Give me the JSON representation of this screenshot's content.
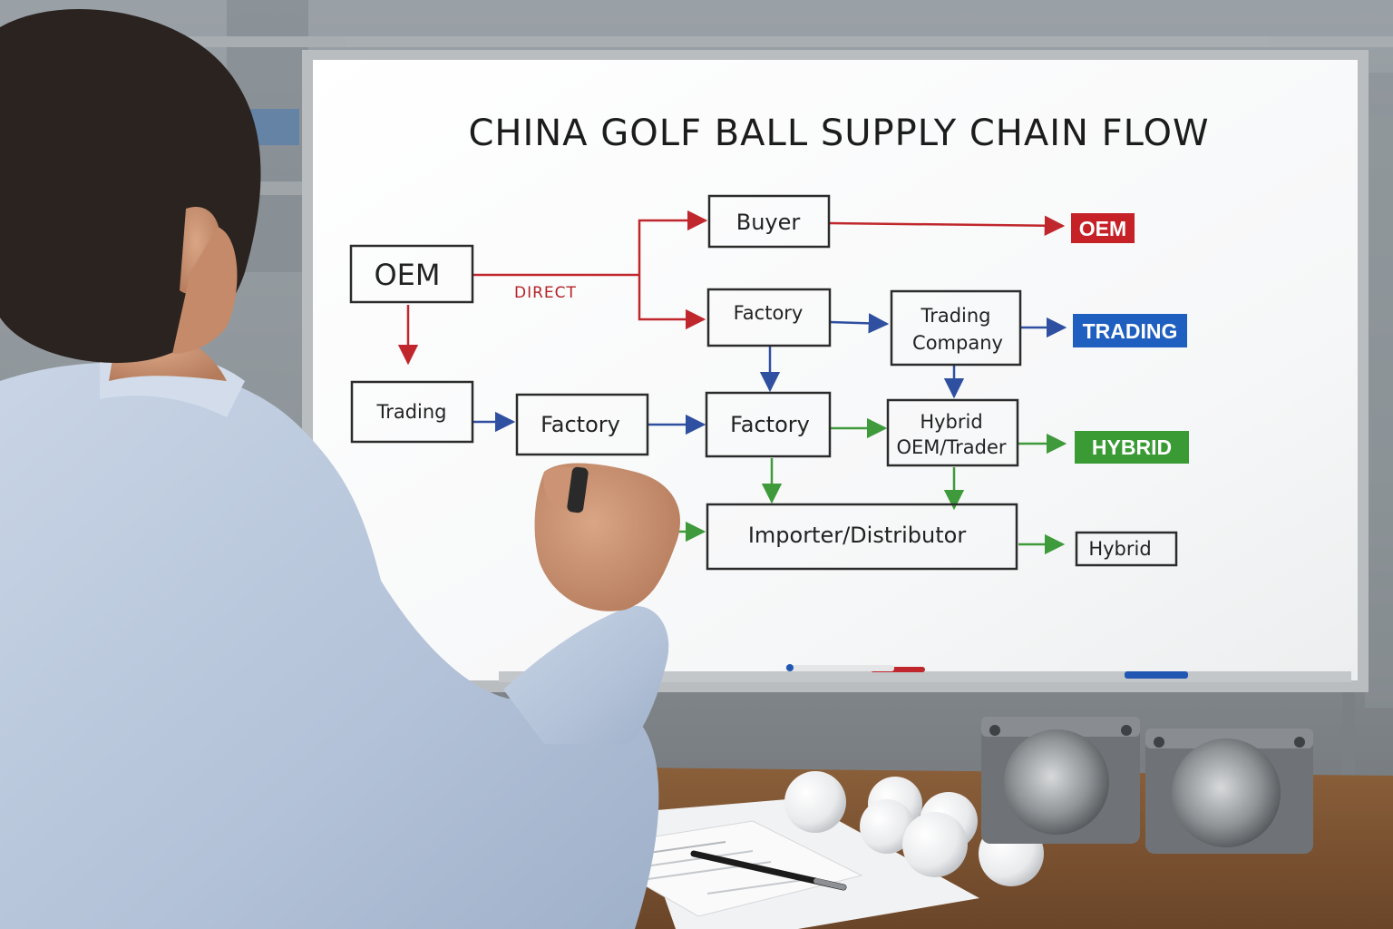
{
  "board": {
    "title": "CHINA GOLF BALL SUPPLY CHAIN FLOW",
    "direct_label": "DIRECT",
    "nodes": {
      "oem": "OEM",
      "buyer": "Buyer",
      "factory_top": "Factory",
      "trading_company_line1": "Trading",
      "trading_company_line2": "Company",
      "trading": "Trading",
      "factory_mid": "Factory",
      "factory_center": "Factory",
      "hybrid_line1": "Hybrid",
      "hybrid_line2": "OEM/Trader",
      "importer": "Importer/Distributor",
      "hybrid_end": "Hybrid"
    },
    "tags": {
      "oem": "OEM",
      "trading": "TRADING",
      "hybrid": "HYBRID"
    }
  },
  "colors": {
    "red": "#c0272d",
    "blue": "#2f4fa0",
    "green": "#3e9a3a",
    "tag_red": "#c62127",
    "tag_blue": "#1f5fbf",
    "tag_green": "#3a9b35"
  }
}
